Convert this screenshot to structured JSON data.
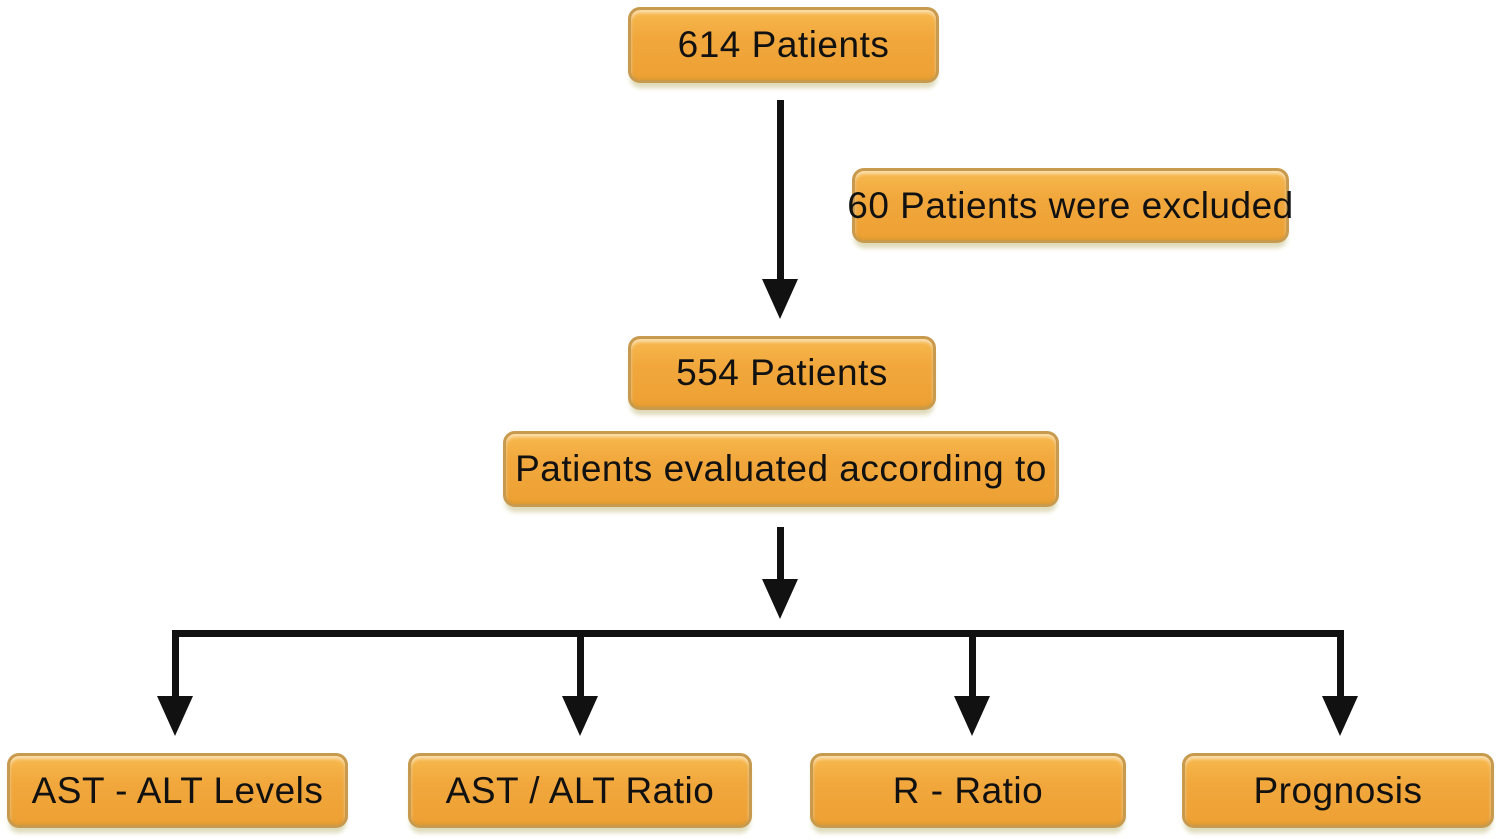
{
  "colors": {
    "background": "#ffffff",
    "node_fill": "#f1a73c",
    "node_fill_top": "#f7b94e",
    "node_fill_bottom": "#eea134",
    "node_border": "#c89a4e",
    "node_shadow": "#dedbb9",
    "node_text": "#111111",
    "arrow": "#111111"
  },
  "nodes": {
    "patients_614": {
      "label": "614 Patients"
    },
    "excluded_60": {
      "label": "60 Patients were excluded"
    },
    "patients_554": {
      "label": "554 Patients"
    },
    "evaluated": {
      "label": "Patients evaluated according to"
    },
    "ast_alt_levels": {
      "label": "AST - ALT Levels"
    },
    "ast_alt_ratio": {
      "label": "AST / ALT Ratio"
    },
    "r_ratio": {
      "label": "R - Ratio"
    },
    "prognosis": {
      "label": "Prognosis"
    }
  },
  "edges": [
    {
      "from": "patients_614",
      "to": "patients_554"
    },
    {
      "from": "evaluated",
      "to": "ast_alt_levels"
    },
    {
      "from": "evaluated",
      "to": "ast_alt_ratio"
    },
    {
      "from": "evaluated",
      "to": "r_ratio"
    },
    {
      "from": "evaluated",
      "to": "prognosis"
    }
  ]
}
